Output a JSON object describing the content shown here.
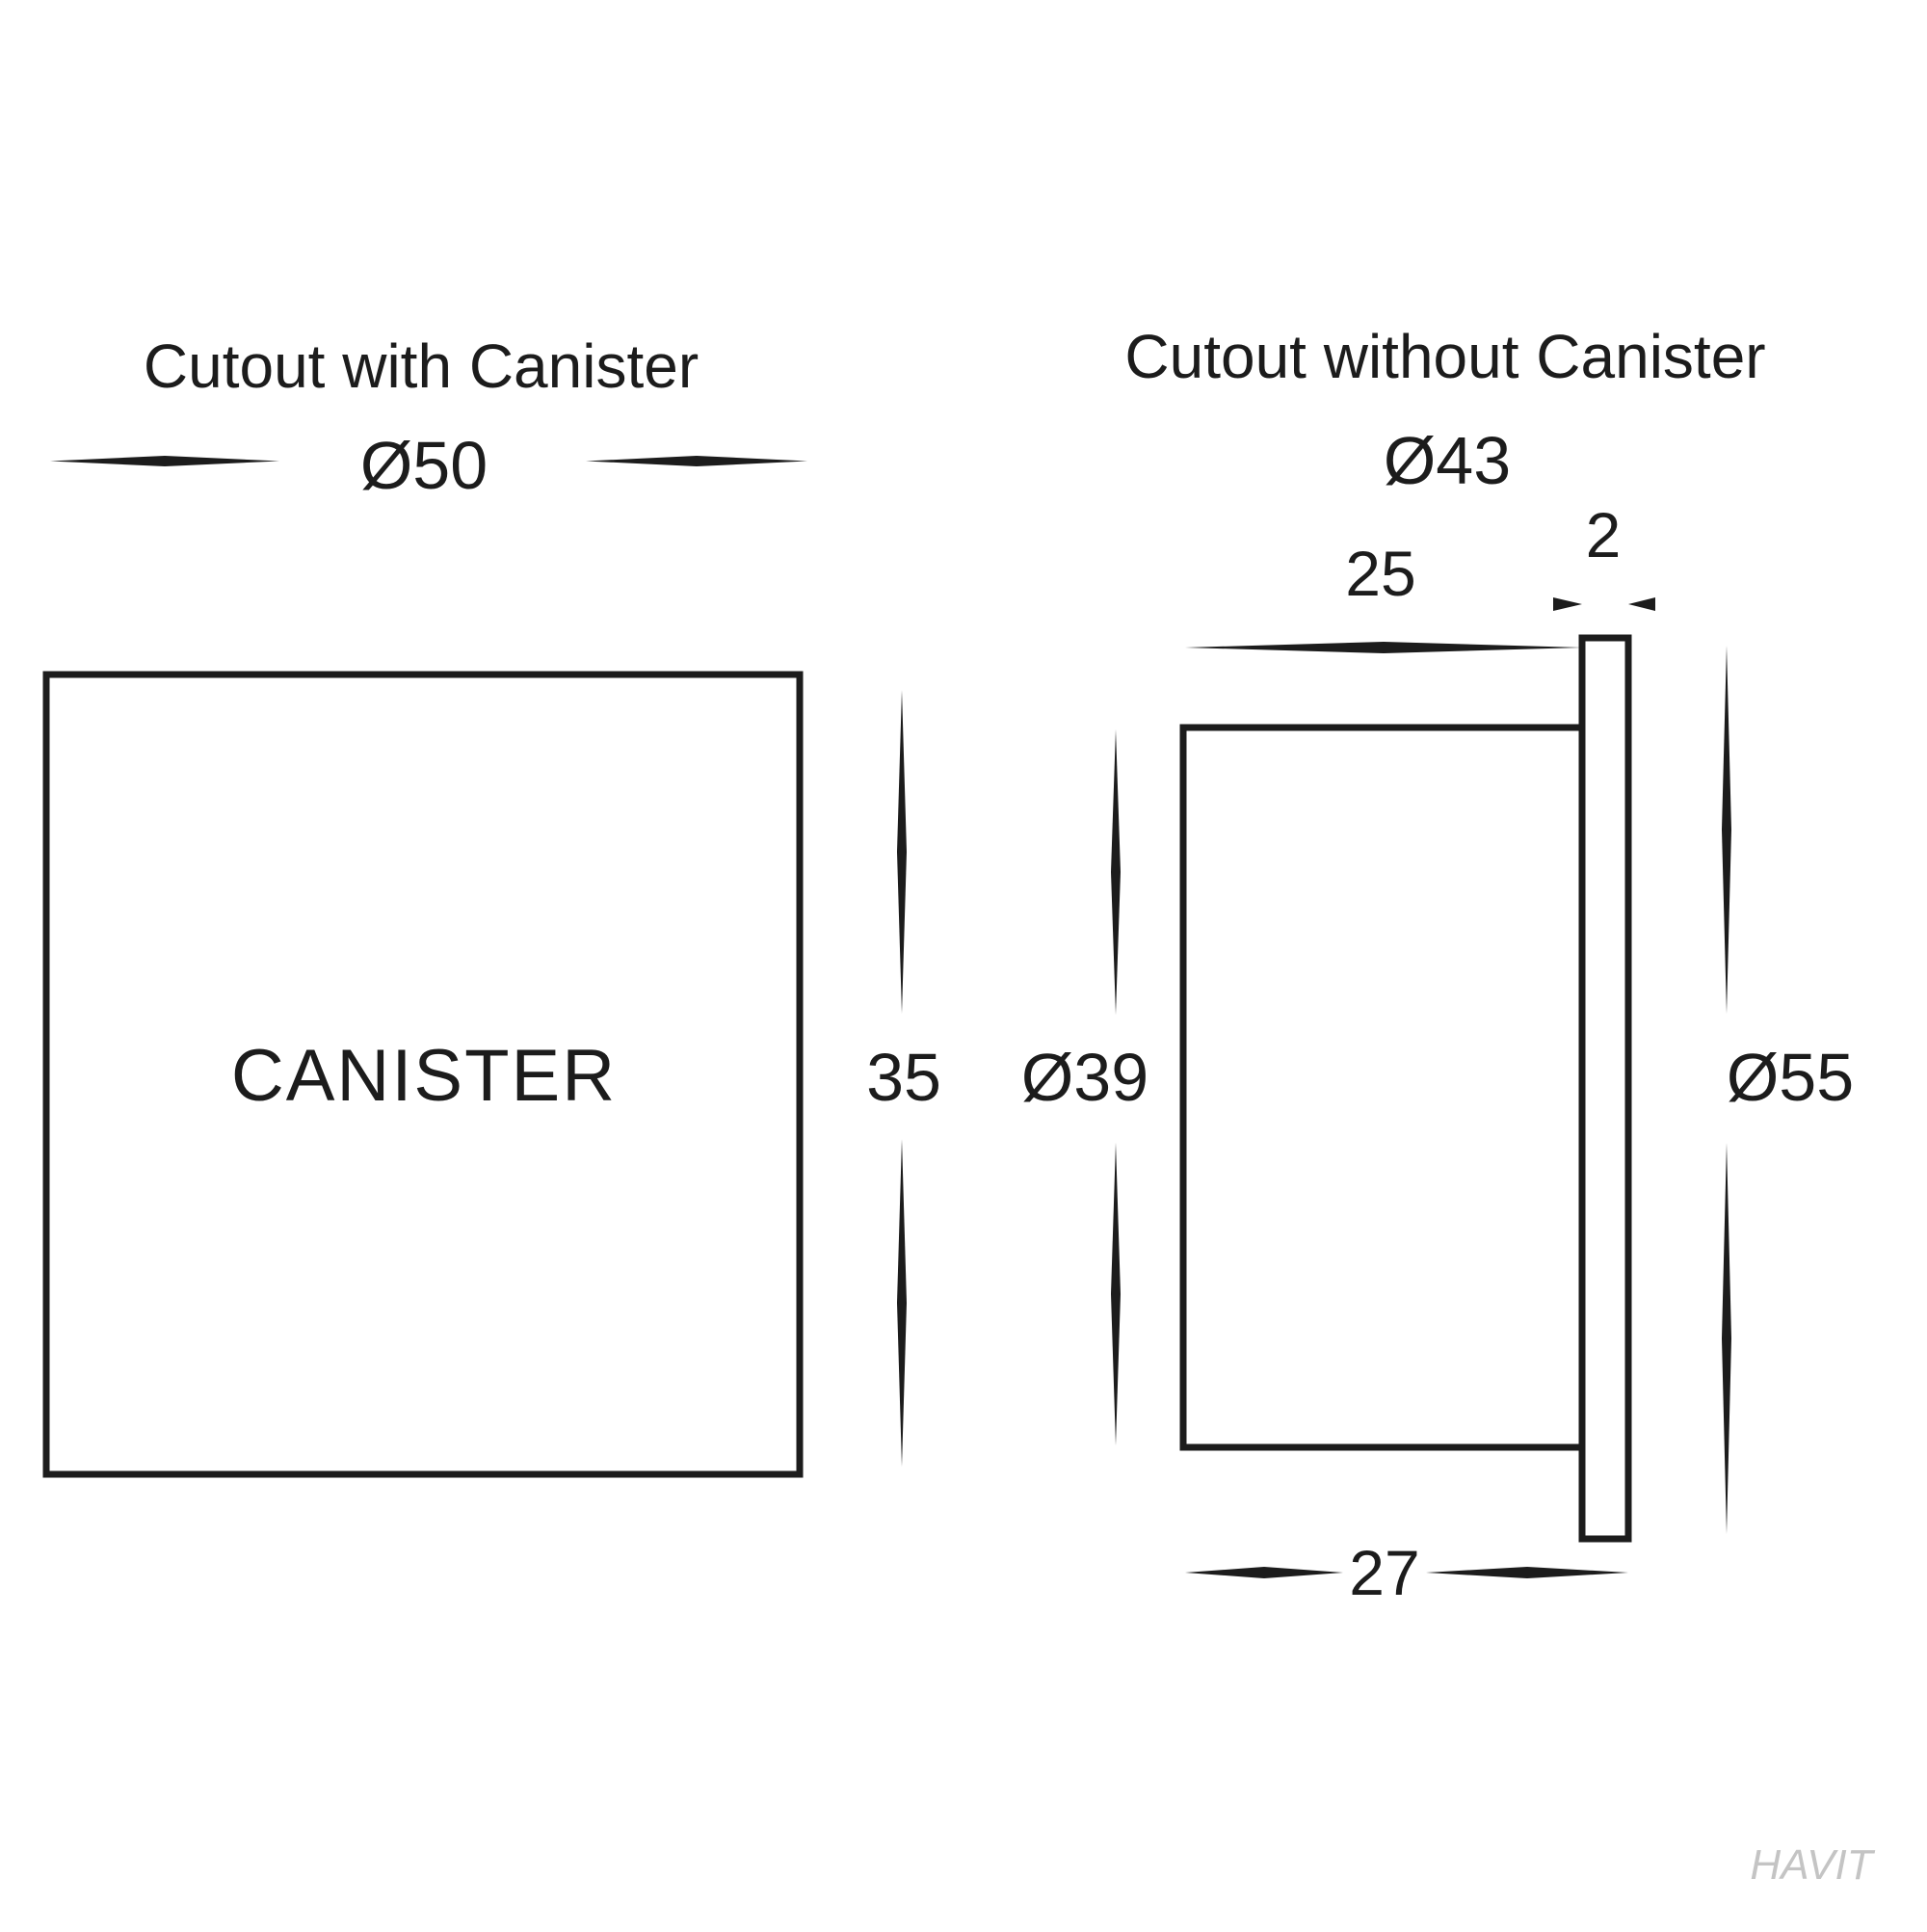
{
  "diagram": {
    "left_view": {
      "title": "Cutout with Canister",
      "cutout_dim": "Ø50",
      "label": "CANISTER",
      "height_dim": "35"
    },
    "right_view": {
      "title": "Cutout without Canister",
      "cutout_dim": "Ø43",
      "depth_dim": "25",
      "flange_thickness_dim": "2",
      "body_diameter_dim": "Ø39",
      "flange_diameter_dim": "Ø55",
      "overall_depth_dim": "27"
    },
    "watermark": "HAVIT",
    "colors": {
      "line": "#1c1c1c",
      "background": "#ffffff",
      "watermark": "#c4c4c4"
    }
  }
}
